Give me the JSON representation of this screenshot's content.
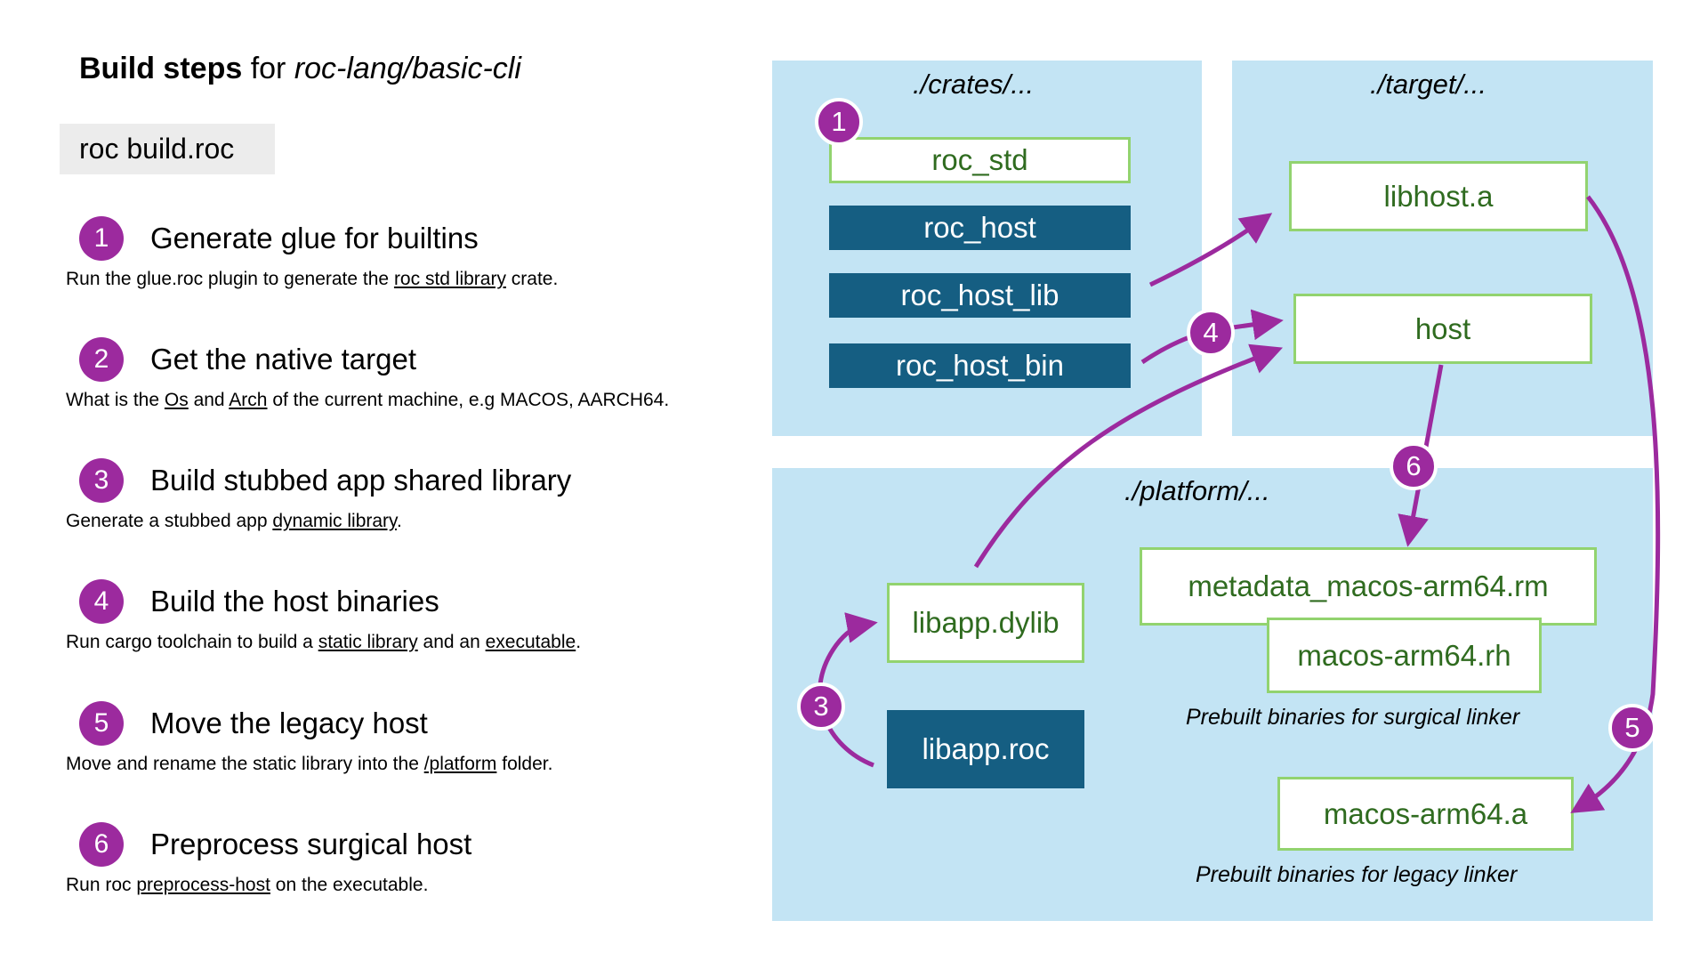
{
  "title": {
    "bold": "Build steps",
    "mid": " for ",
    "italic": "roc-lang/basic-cli"
  },
  "command": "roc build.roc",
  "steps": [
    {
      "num": "1",
      "title": "Generate glue for builtins",
      "desc": {
        "t1": "Run the glue.roc plugin to generate the ",
        "l1": "roc std library",
        "t2": " crate.",
        "l2": "",
        "t3": ""
      }
    },
    {
      "num": "2",
      "title": "Get the native target",
      "desc": {
        "t1": "What is the ",
        "l1": "Os",
        "t2": " and ",
        "l2": "Arch",
        "t3": " of the current machine, e.g MACOS, AARCH64."
      }
    },
    {
      "num": "3",
      "title": "Build stubbed app shared library",
      "desc": {
        "t1": "Generate a stubbed app ",
        "l1": "dynamic library",
        "t2": ".",
        "l2": "",
        "t3": ""
      }
    },
    {
      "num": "4",
      "title": "Build the host binaries",
      "desc": {
        "t1": "Run cargo toolchain to build a ",
        "l1": "static library",
        "t2": " and an ",
        "l2": "executable",
        "t3": "."
      }
    },
    {
      "num": "5",
      "title": "Move the legacy host",
      "desc": {
        "t1": "Move and rename the static library into the ",
        "l1": "/platform",
        "t2": " folder.",
        "l2": "",
        "t3": ""
      }
    },
    {
      "num": "6",
      "title": "Preprocess surgical host",
      "desc": {
        "t1": "Run roc ",
        "l1": "preprocess-host",
        "t2": " on the executable.",
        "l2": "",
        "t3": ""
      }
    }
  ],
  "diagram": {
    "crates": {
      "label": "./crates/...",
      "roc_std": "roc_std",
      "roc_host": "roc_host",
      "roc_host_lib": "roc_host_lib",
      "roc_host_bin": "roc_host_bin"
    },
    "target": {
      "label": "./target/...",
      "libhost": "libhost.a",
      "host": "host"
    },
    "platform": {
      "label": "./platform/...",
      "libapp_dylib": "libapp.dylib",
      "libapp_roc": "libapp.roc",
      "metadata": "metadata_macos-arm64.rm",
      "rh": "macos-arm64.rh",
      "surgical_caption": "Prebuilt binaries for surgical linker",
      "legacy": "macos-arm64.a",
      "legacy_caption": "Prebuilt binaries for legacy linker"
    },
    "badges": {
      "b1": "1",
      "b3": "3",
      "b4": "4",
      "b5": "5",
      "b6": "6"
    }
  },
  "colors": {
    "accent_purple": "#9c2a9e",
    "panel_blue": "#c3e4f4",
    "source_box": "#155e82",
    "output_border": "#92d36f",
    "output_text": "#2f6b1f"
  }
}
